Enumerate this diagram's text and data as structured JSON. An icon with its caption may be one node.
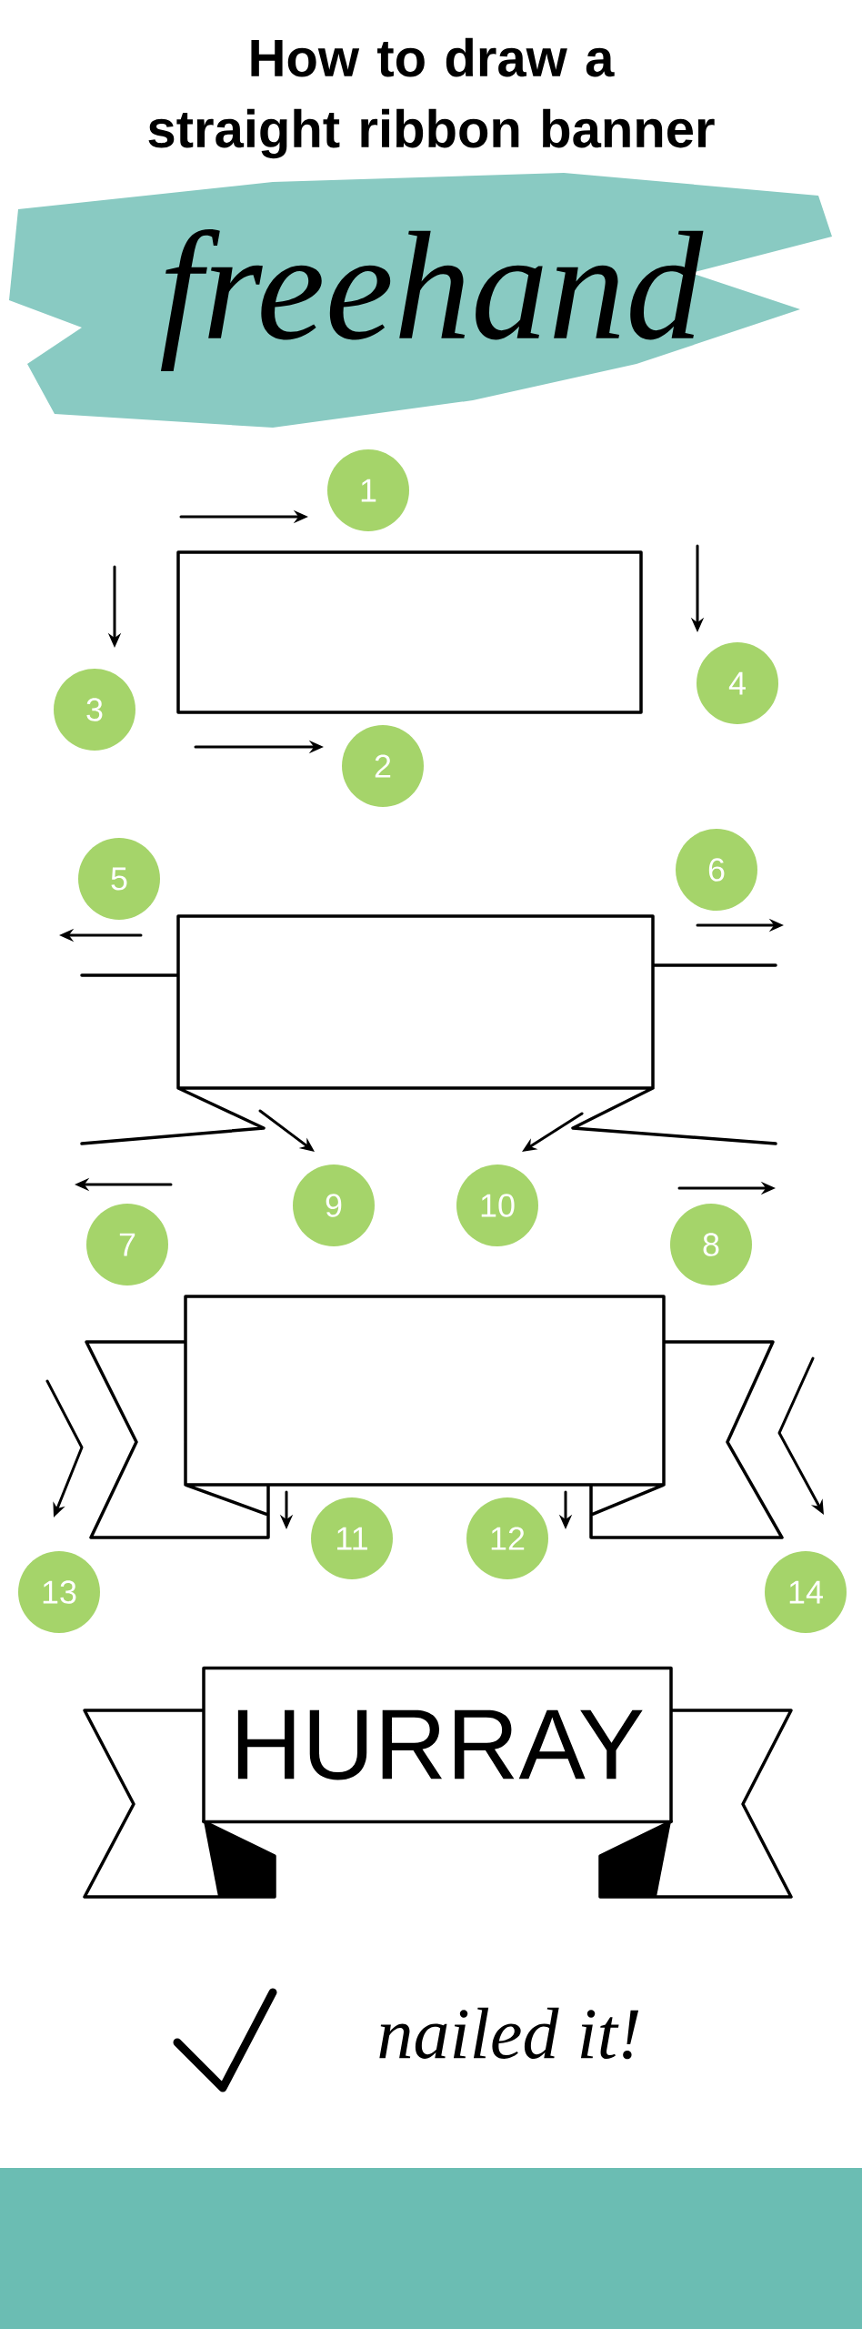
{
  "diagram": {
    "title": "How to draw a straight ribbon banner",
    "nodes": [
      {
        "text": [
          "1"
        ]
      },
      {
        "text": [
          "2"
        ]
      },
      {
        "text": [
          "3"
        ]
      },
      {
        "text": [
          "4"
        ]
      },
      {
        "text": [
          "5"
        ]
      },
      {
        "text": [
          "6"
        ]
      },
      {
        "text": [
          "7"
        ]
      },
      {
        "text": [
          "8"
        ]
      },
      {
        "text": [
          "9"
        ]
      },
      {
        "text": [
          "10"
        ]
      },
      {
        "text": [
          "11"
        ]
      },
      {
        "text": [
          "12"
        ]
      },
      {
        "text": [
          "13"
        ]
      },
      {
        "text": [
          "14"
        ]
      },
      {
        "text": [
          "HURRAY"
        ]
      }
    ],
    "labels": [
      "freehand",
      "nailed it!"
    ]
  }
}
